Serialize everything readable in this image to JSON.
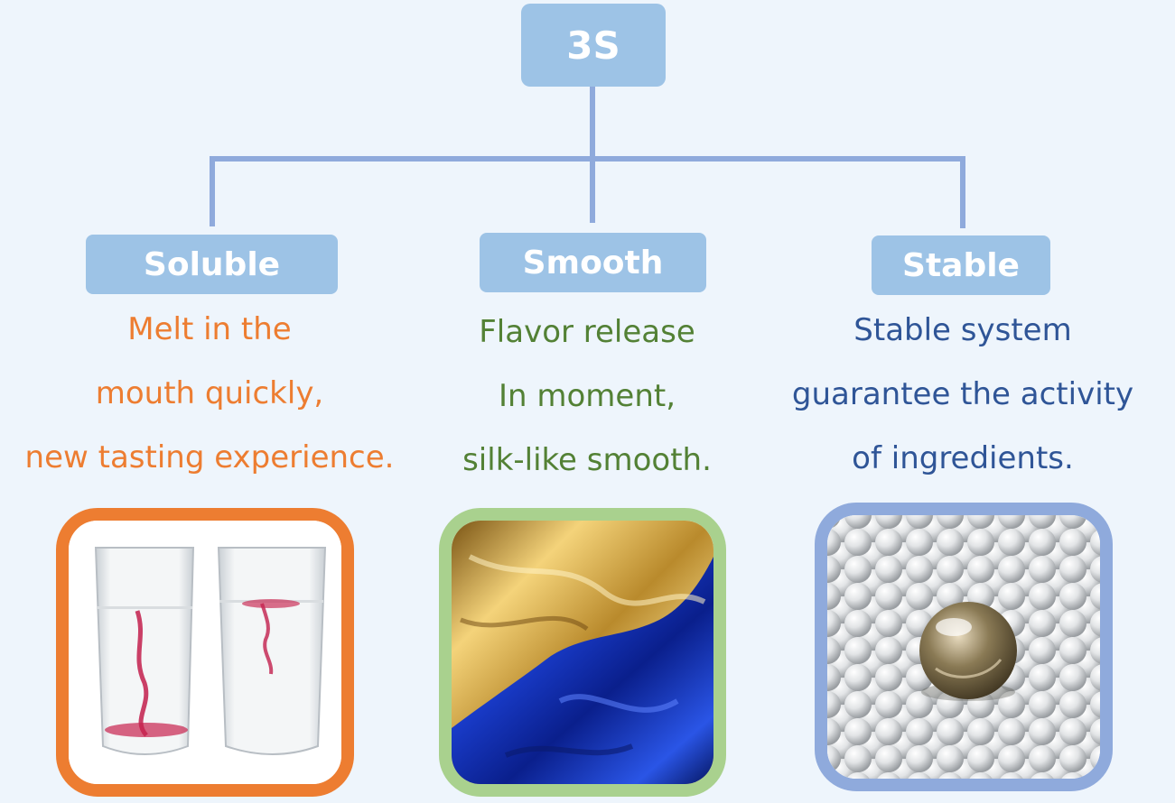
{
  "root": {
    "label": "3S"
  },
  "categories": [
    {
      "label": "Soluble",
      "lines": [
        "Melt in the",
        "mouth quickly,",
        "new tasting experience."
      ],
      "text_color": "#ed7d31",
      "frame_color": "#ed7d31",
      "image": "glasses-dissolving-dye-photo"
    },
    {
      "label": "Smooth",
      "lines": [
        "Flavor release",
        "In moment,",
        "silk-like smooth."
      ],
      "text_color": "#538135",
      "frame_color": "#a9d18e",
      "image": "gold-and-blue-silk-photo"
    },
    {
      "label": "Stable",
      "lines": [
        "Stable system",
        "guarantee the activity",
        "of ingredients."
      ],
      "text_color": "#2f5597",
      "frame_color": "#8faadc",
      "image": "pearl-beads-photo"
    }
  ],
  "colors": {
    "background": "#eef5fc",
    "box_fill": "#9dc3e6",
    "connector": "#8faadc"
  }
}
